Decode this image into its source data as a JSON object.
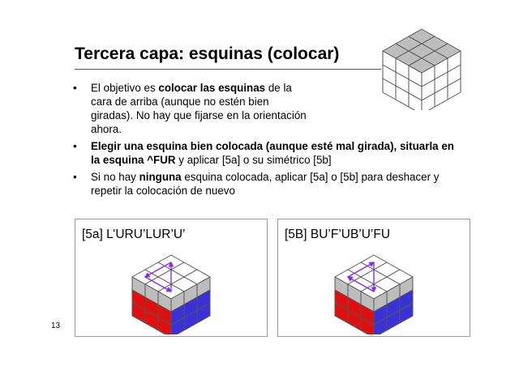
{
  "slide": {
    "title": "Tercera capa: esquinas (colocar)",
    "page_number": "13"
  },
  "bullets": [
    {
      "symbol": "•",
      "segments": [
        {
          "text": "El objetivo es ",
          "bold": false
        },
        {
          "text": "colocar las esquinas",
          "bold": true
        },
        {
          "text": " de la cara de arriba (aunque no estén bien giradas). No hay que fijarse en la orientación ahora.",
          "bold": false
        }
      ]
    },
    {
      "symbol": "•",
      "segments": [
        {
          "text": "Elegir una esquina bien colocada (aunque esté mal girada), situarla en la esquina ^FUR",
          "bold": true
        },
        {
          "text": " y aplicar [5a] o su simétrico [5b]",
          "bold": false
        }
      ]
    },
    {
      "symbol": "•",
      "segments": [
        {
          "text": "Si no hay ",
          "bold": false
        },
        {
          "text": "ninguna",
          "bold": true
        },
        {
          "text": " esquina colocada, aplicar [5a] o [5b] para deshacer y repetir la colocación de nuevo",
          "bold": false
        }
      ]
    }
  ],
  "panels": [
    {
      "label": "[5a] L’URU’LUR’U’"
    },
    {
      "label": "[5B] BU’F’UB’U’FU"
    }
  ],
  "colors": {
    "red": "#e01010",
    "blue": "#3a32d8",
    "gray": "#bdbdbd",
    "white": "#ffffff",
    "arrow": "#8a2be2"
  }
}
